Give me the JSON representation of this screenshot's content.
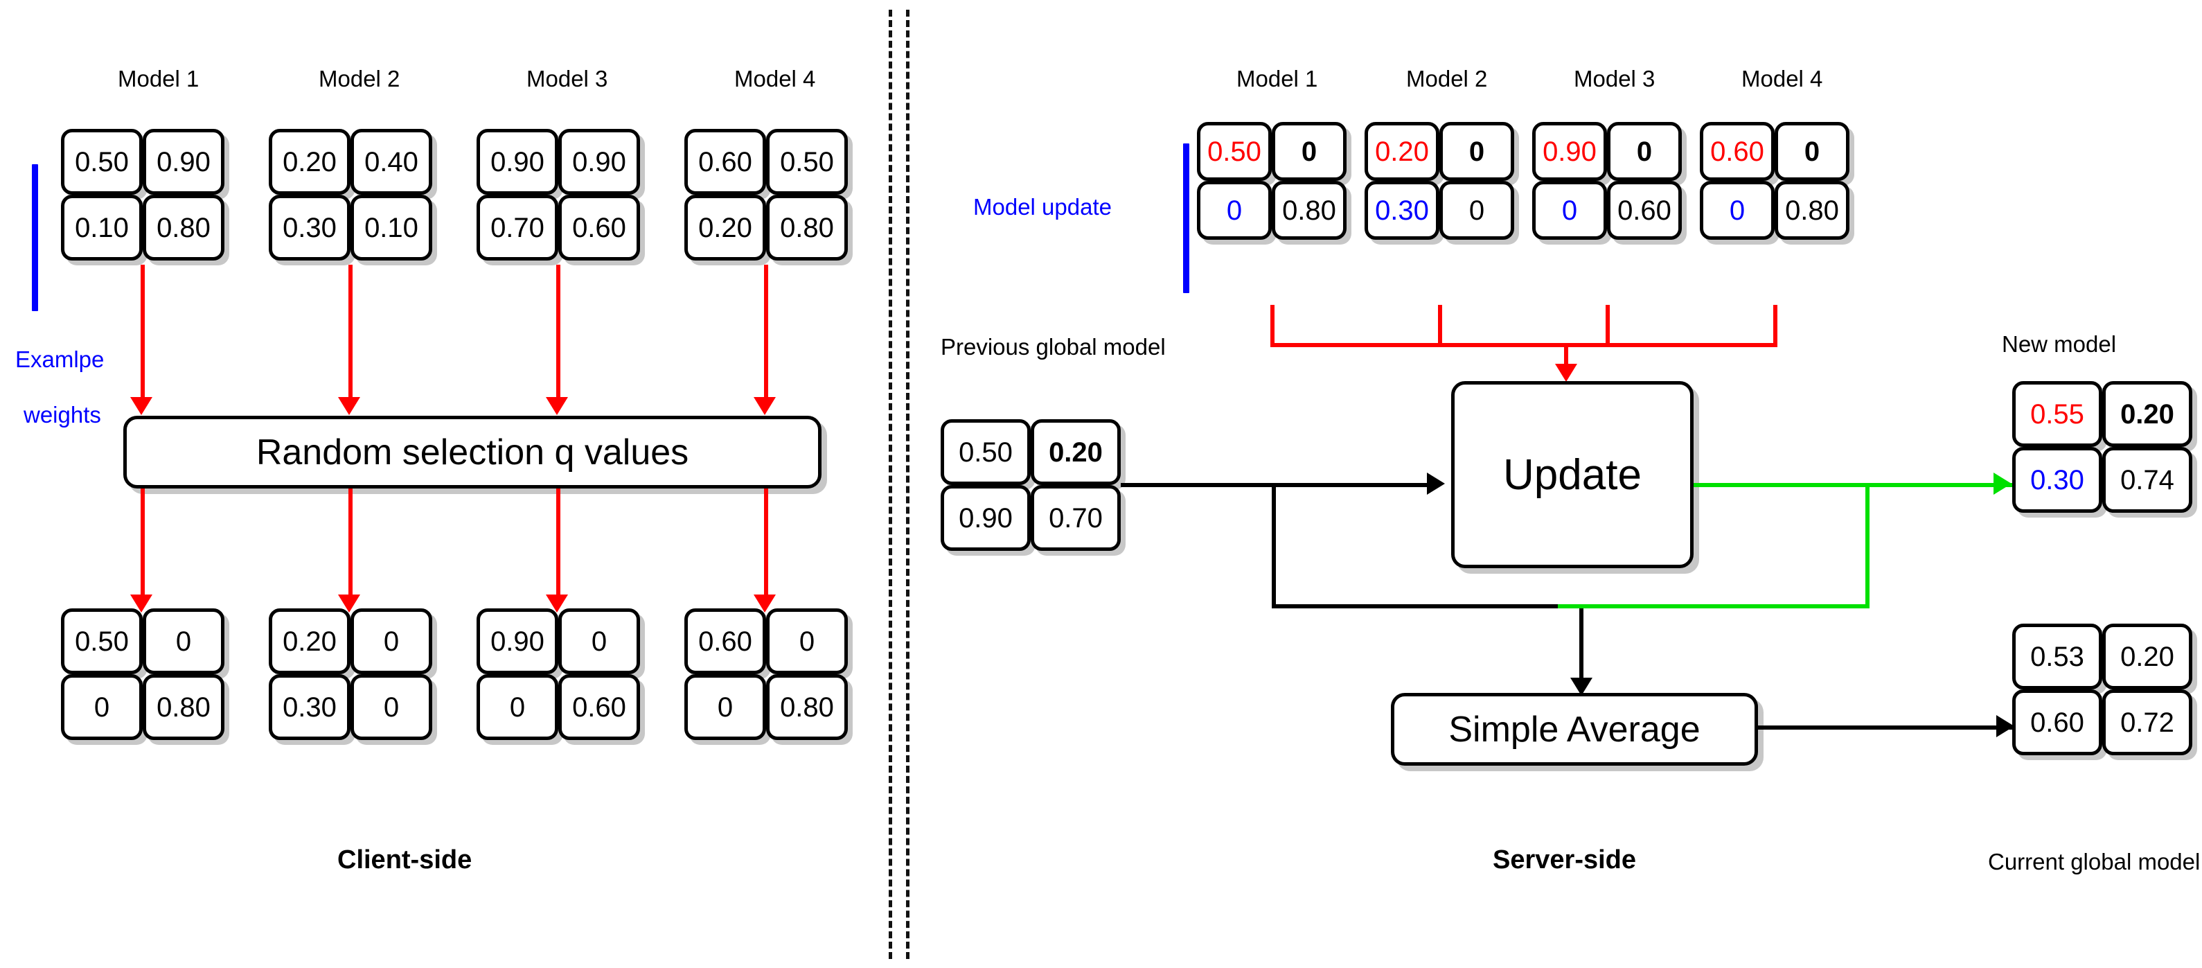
{
  "diagram": {
    "title": "Federated learning random-q-value selection and server aggregation",
    "colors": {
      "accent_red": "#ff0000",
      "accent_blue": "#0000ff",
      "accent_green": "#00e000",
      "line_black": "#000000"
    },
    "left_panel": {
      "section_label": "Client-side",
      "bracket_label_line1": "Examlpe",
      "bracket_label_line2": "weights",
      "process_box_label": "Random selection q values",
      "model_headers": [
        "Model  1",
        "Model 2",
        "Model 3",
        "Model 4"
      ],
      "input_models": [
        {
          "name": "Model  1",
          "cells": [
            "0.50",
            "0.90",
            "0.10",
            "0.80"
          ]
        },
        {
          "name": "Model 2",
          "cells": [
            "0.20",
            "0.40",
            "0.30",
            "0.10"
          ]
        },
        {
          "name": "Model 3",
          "cells": [
            "0.90",
            "0.90",
            "0.70",
            "0.60"
          ]
        },
        {
          "name": "Model 4",
          "cells": [
            "0.60",
            "0.50",
            "0.20",
            "0.80"
          ]
        }
      ],
      "output_models": [
        {
          "name": "Model  1",
          "cells": [
            "0.50",
            "0",
            "0",
            "0.80"
          ]
        },
        {
          "name": "Model 2",
          "cells": [
            "0.20",
            "0",
            "0.30",
            "0"
          ]
        },
        {
          "name": "Model 3",
          "cells": [
            "0.90",
            "0",
            "0",
            "0.60"
          ]
        },
        {
          "name": "Model 4",
          "cells": [
            "0.60",
            "0",
            "0",
            "0.80"
          ]
        }
      ]
    },
    "right_panel": {
      "section_label": "Server-side",
      "model_update_label": "Model update",
      "previous_global_model_label": "Previous global model",
      "new_model_label": "New model",
      "current_global_model_label": "Current global model",
      "update_box_label": "Update",
      "simple_average_box_label": "Simple Average",
      "model_headers": [
        "Model  1",
        "Model 2",
        "Model 3",
        "Model 4"
      ],
      "model_updates": [
        {
          "name": "Model  1",
          "cells": [
            {
              "v": "0.50",
              "c": "red"
            },
            {
              "v": "0",
              "c": "boldblack"
            },
            {
              "v": "0",
              "c": "blue"
            },
            {
              "v": "0.80",
              "c": "black"
            }
          ]
        },
        {
          "name": "Model 2",
          "cells": [
            {
              "v": "0.20",
              "c": "red"
            },
            {
              "v": "0",
              "c": "boldblack"
            },
            {
              "v": "0.30",
              "c": "blue"
            },
            {
              "v": "0",
              "c": "black"
            }
          ]
        },
        {
          "name": "Model 3",
          "cells": [
            {
              "v": "0.90",
              "c": "red"
            },
            {
              "v": "0",
              "c": "boldblack"
            },
            {
              "v": "0",
              "c": "blue"
            },
            {
              "v": "0.60",
              "c": "black"
            }
          ]
        },
        {
          "name": "Model 4",
          "cells": [
            {
              "v": "0.60",
              "c": "red"
            },
            {
              "v": "0",
              "c": "boldblack"
            },
            {
              "v": "0",
              "c": "blue"
            },
            {
              "v": "0.80",
              "c": "black"
            }
          ]
        }
      ],
      "previous_global_model": [
        {
          "v": "0.50",
          "c": "black"
        },
        {
          "v": "0.20",
          "c": "boldblack"
        },
        {
          "v": "0.90",
          "c": "black"
        },
        {
          "v": "0.70",
          "c": "black"
        }
      ],
      "new_model": [
        {
          "v": "0.55",
          "c": "red"
        },
        {
          "v": "0.20",
          "c": "boldblack"
        },
        {
          "v": "0.30",
          "c": "blue"
        },
        {
          "v": "0.74",
          "c": "black"
        }
      ],
      "current_global_model": [
        {
          "v": "0.53",
          "c": "black"
        },
        {
          "v": "0.20",
          "c": "black"
        },
        {
          "v": "0.60",
          "c": "black"
        },
        {
          "v": "0.72",
          "c": "black"
        }
      ]
    }
  }
}
